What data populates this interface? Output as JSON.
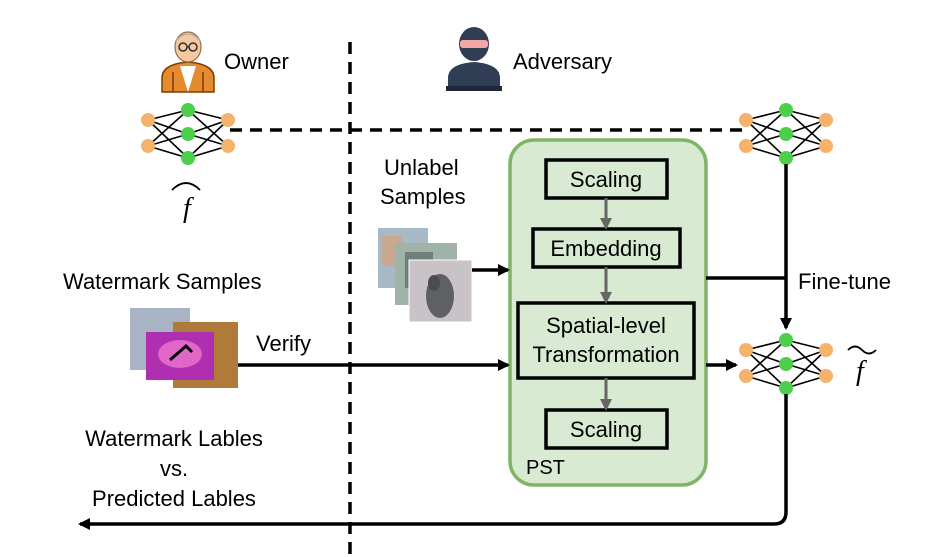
{
  "roles": {
    "owner": "Owner",
    "adversary": "Adversary"
  },
  "models": {
    "original_symbol": "f",
    "stolen_symbol": "f"
  },
  "inputs": {
    "unlabel_line1": "Unlabel",
    "unlabel_line2": "Samples",
    "watermark_samples": "Watermark Samples"
  },
  "pst": {
    "label": "PST",
    "step1": "Scaling",
    "step2": "Embedding",
    "step3_line1": "Spatial-level",
    "step3_line2": "Transformation",
    "step4": "Scaling"
  },
  "edges": {
    "verify": "Verify",
    "fine_tune": "Fine-tune"
  },
  "output": {
    "line1": "Watermark Lables",
    "line2": "vs.",
    "line3": "Predicted Lables"
  },
  "colors": {
    "pst_fill": "#d9ead3",
    "pst_stroke": "#82b366",
    "node_orange": "#f6b26b",
    "node_green": "#4cd04c",
    "arrow_gray": "#666666"
  }
}
